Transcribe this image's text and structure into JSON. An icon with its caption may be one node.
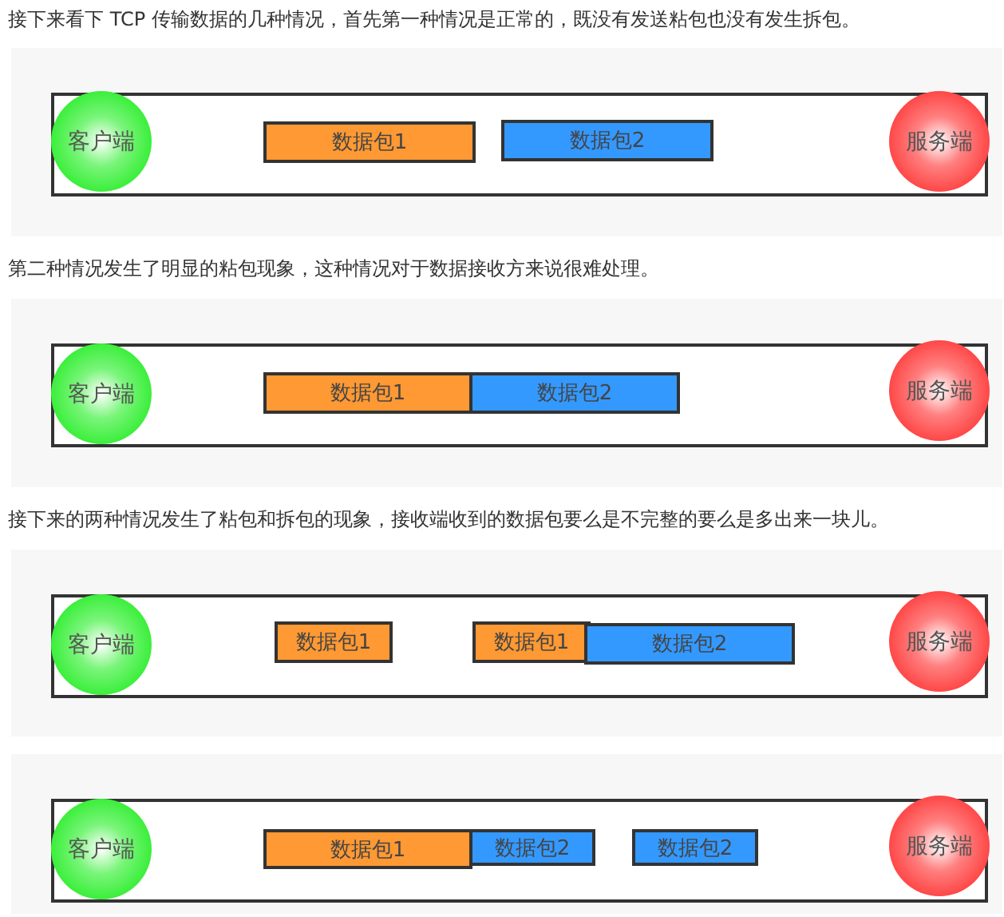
{
  "diagram": {
    "nodes": [
      {
        "text": [],
        "shape": "box"
      },
      {
        "text": [
          "客户端"
        ],
        "in": 0
      },
      {
        "text": [
          "数据包1"
        ],
        "in": 0
      },
      {
        "text": [
          "数据包2"
        ],
        "in": 0
      },
      {
        "text": [
          "服务端"
        ],
        "in": 0
      },
      {
        "text": [],
        "shape": "box"
      },
      {
        "text": [
          "客户端"
        ],
        "in": 5
      },
      {
        "text": [
          "数据包1"
        ],
        "in": 5
      },
      {
        "text": [
          "数据包2"
        ],
        "in": 5
      },
      {
        "text": [
          "服务端"
        ],
        "in": 5
      },
      {
        "text": [],
        "shape": "box"
      },
      {
        "text": [
          "客户端"
        ],
        "in": 10
      },
      {
        "text": [
          "数据包1"
        ],
        "in": 10
      },
      {
        "text": [
          "数据包1"
        ],
        "in": 10
      },
      {
        "text": [
          "数据包2"
        ],
        "in": 10
      },
      {
        "text": [
          "服务端"
        ],
        "in": 10
      },
      {
        "text": [],
        "shape": "box"
      },
      {
        "text": [
          "客户端"
        ],
        "in": 16
      },
      {
        "text": [
          "数据包1"
        ],
        "in": 16
      },
      {
        "text": [
          "数据包2"
        ],
        "in": 16
      },
      {
        "text": [
          "数据包2"
        ],
        "in": 16
      },
      {
        "text": [
          "服务端"
        ],
        "in": 16
      }
    ],
    "labels": [
      "接下来看下 TCP 传输数据的几种情况，首先第一种情况是正常的，既没有发送粘包也没有发生拆包。",
      "第二种情况发生了明显的粘包现象，这种情况对于数据接收方来说很难处理。",
      "接下来的两种情况发生了粘包和拆包的现象，接收端收到的数据包要么是不完整的要么是多出来一块儿。"
    ]
  }
}
